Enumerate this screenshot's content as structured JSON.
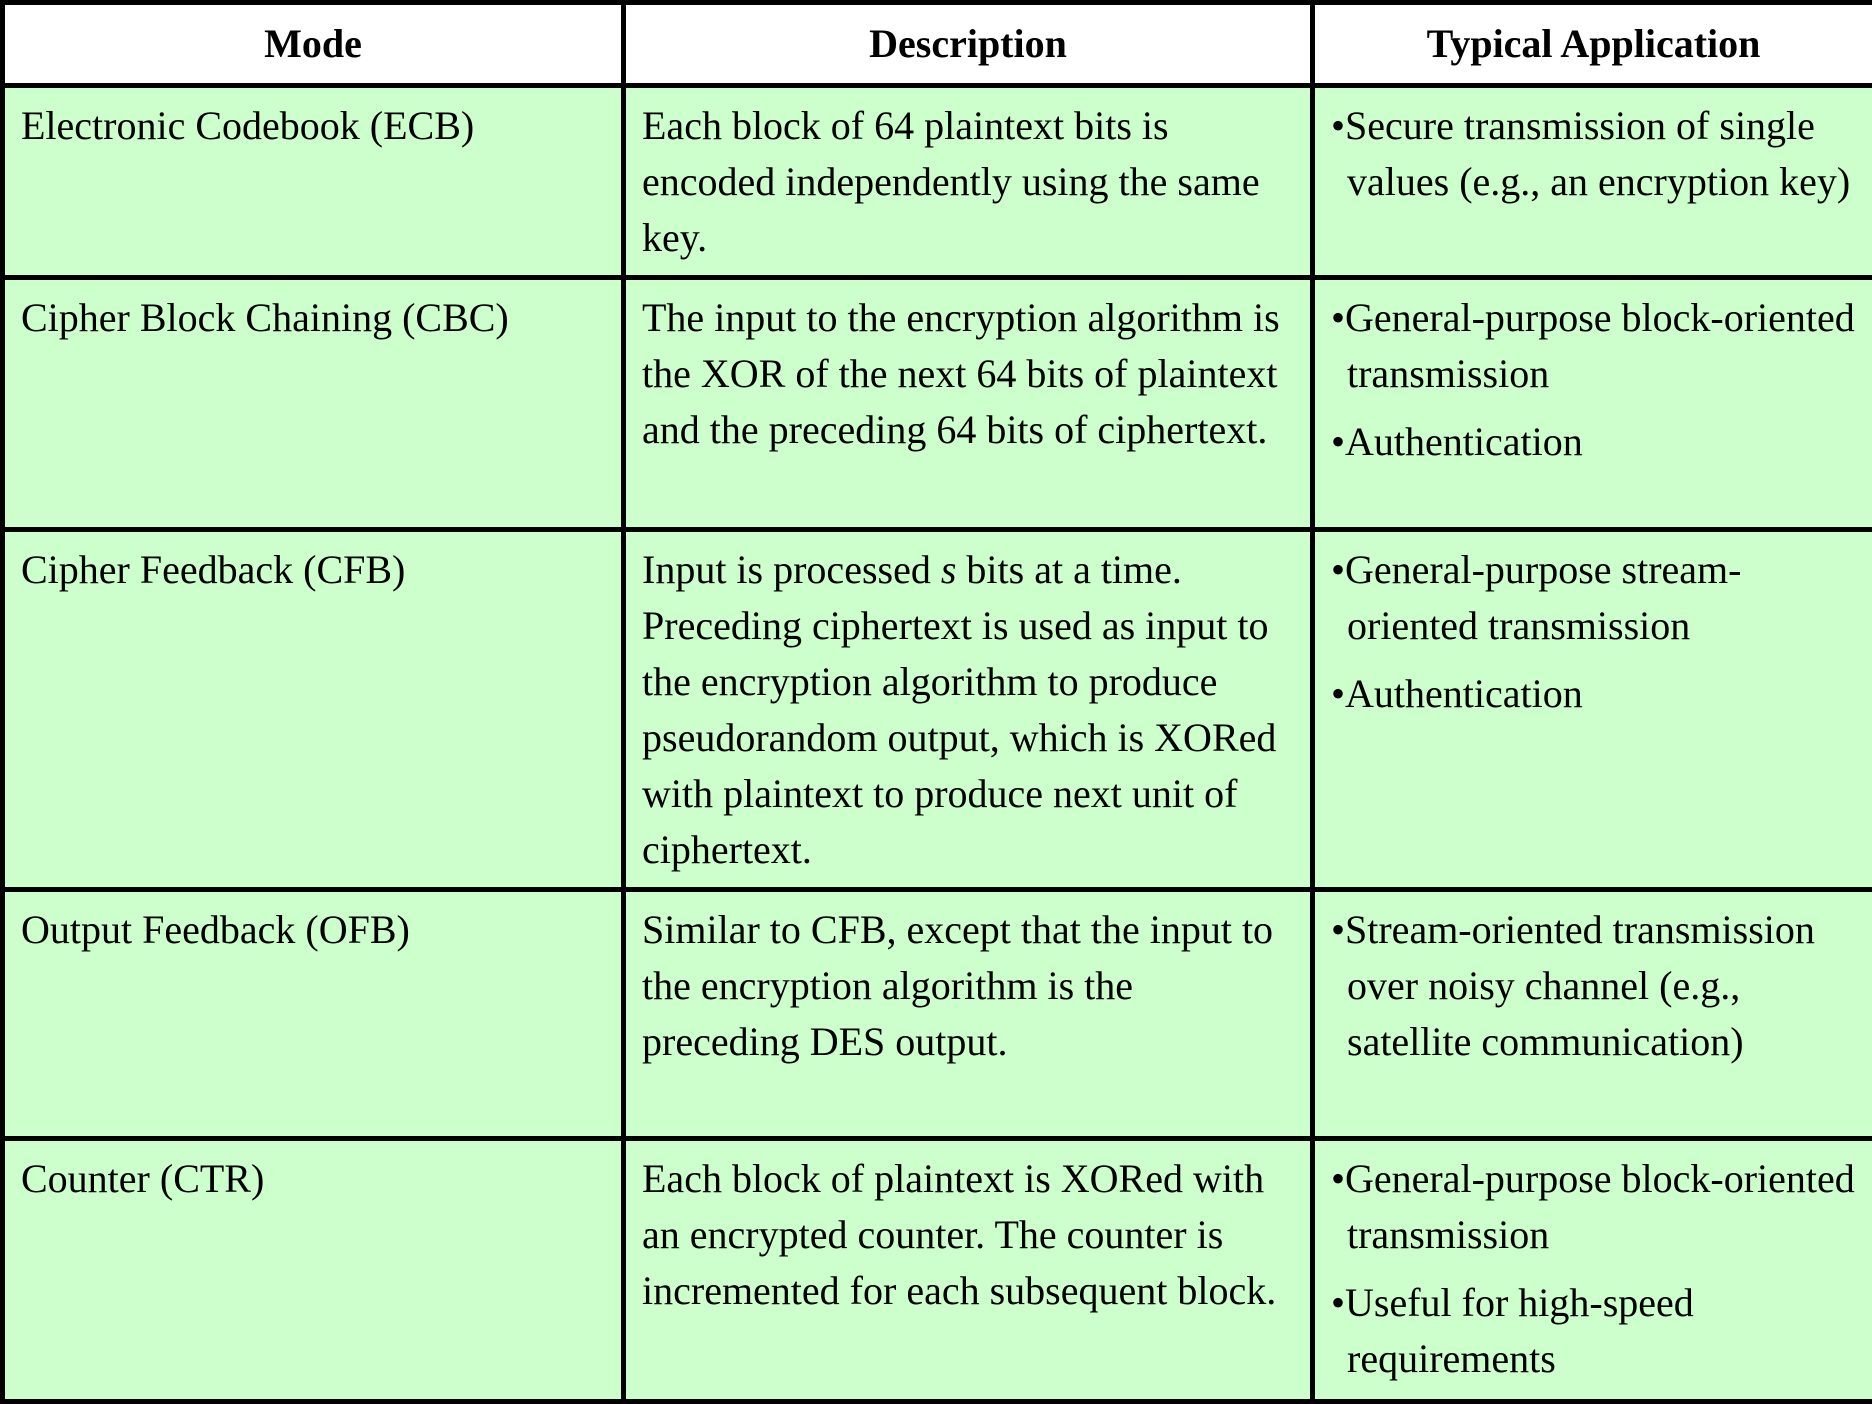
{
  "headers": [
    "Mode",
    "Description",
    "Typical Application"
  ],
  "rows": [
    {
      "mode": "Electronic Codebook (ECB)",
      "description": {
        "pre": "Each block of 64 plaintext bits is encoded independently using the same key.",
        "italic": "",
        "post": ""
      },
      "applications": [
        "•Secure transmission of single values (e.g., an encryption key)"
      ]
    },
    {
      "mode": "Cipher Block Chaining (CBC)",
      "description": {
        "pre": "The input to the encryption algorithm is the XOR of the next 64 bits of plaintext and the preceding 64 bits of ciphertext.",
        "italic": "",
        "post": ""
      },
      "applications": [
        "•General-purpose block-oriented transmission",
        "•Authentication"
      ]
    },
    {
      "mode": "Cipher Feedback (CFB)",
      "description": {
        "pre": "Input is processed ",
        "italic": "s",
        "post": " bits at a time. Preceding ciphertext is used as input to the encryption algorithm to produce pseudorandom output, which is XORed with plaintext to produce next unit of ciphertext."
      },
      "applications": [
        "•General-purpose stream-oriented transmission",
        "•Authentication"
      ]
    },
    {
      "mode": "Output Feedback (OFB)",
      "description": {
        "pre": "Similar to CFB, except that the input to the encryption algorithm is the preceding DES output.",
        "italic": "",
        "post": ""
      },
      "applications": [
        "•Stream-oriented transmission over noisy channel (e.g., satellite communication)"
      ]
    },
    {
      "mode": "Counter (CTR)",
      "description": {
        "pre": "Each block of plaintext is XORed with an encrypted counter. The counter is incremented for each subsequent block.",
        "italic": "",
        "post": ""
      },
      "applications": [
        "•General-purpose block-oriented transmission",
        "•Useful for high-speed requirements"
      ]
    }
  ],
  "colors": {
    "row_bg": "#ccffcc",
    "header_bg": "#ffffff",
    "border": "#000000"
  }
}
